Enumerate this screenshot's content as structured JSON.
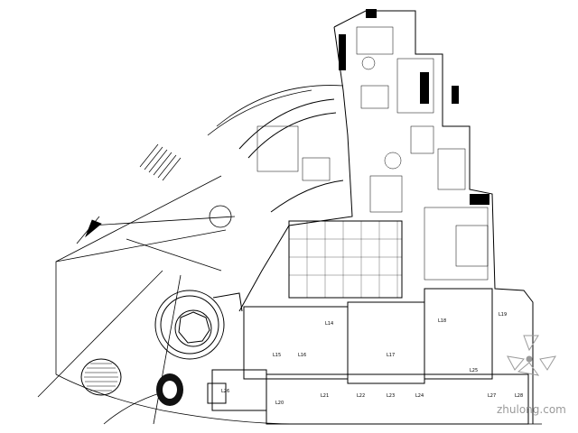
{
  "watermark": "zhulong.com",
  "room_labels": [
    "L14",
    "L15",
    "L16",
    "L17",
    "L18",
    "L19",
    "L20",
    "L21",
    "L22",
    "L23",
    "L24",
    "L25",
    "L26",
    "L27",
    "L28"
  ],
  "logo": {
    "name": "zhulong-compass-logo",
    "color": "#9a9a9a"
  },
  "colors": {
    "line": "#000000",
    "background": "#ffffff",
    "watermark": "#9a9a9a"
  }
}
